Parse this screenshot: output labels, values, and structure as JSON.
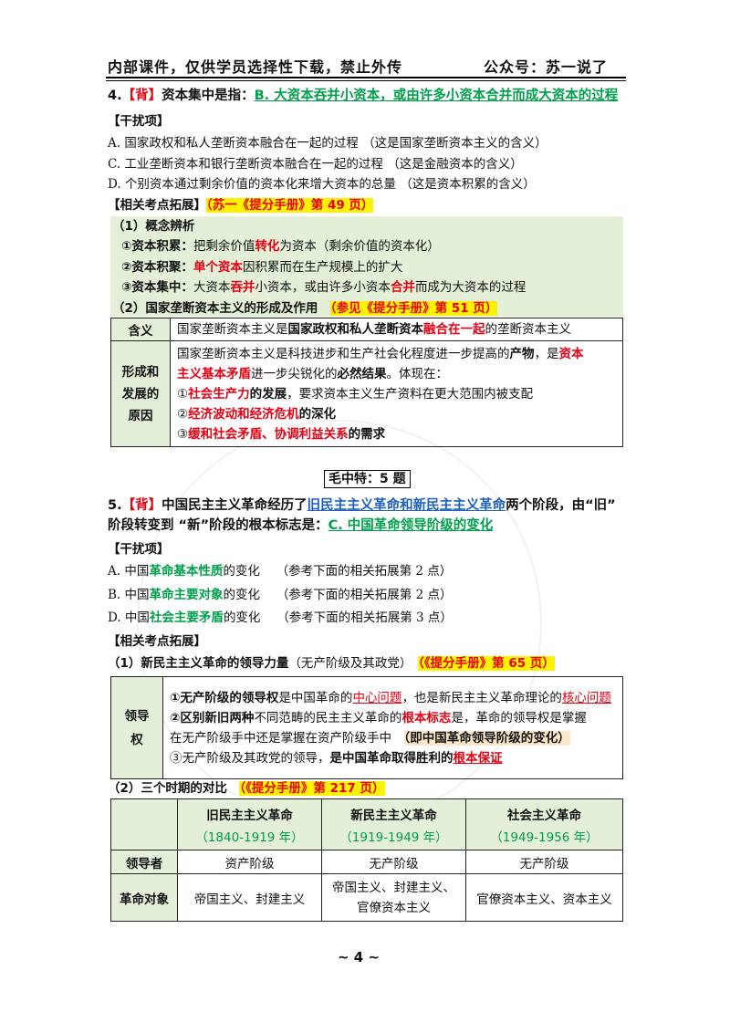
{
  "header": {
    "left": "内部课件，仅供学员选择性下载，禁止外传",
    "right": "公众号：苏一说了"
  },
  "q4": {
    "number": "4.",
    "tag": "【背】",
    "stem": "资本集中是指：",
    "answer": "B. 大资本吞并小资本，或由许多小资本合并而成大资本的过程",
    "distractor_title": "【干扰项】",
    "opt_a": "A. 国家政权和私人垄断资本融合在一起的过程 （这是国家垄断资本主义的含义）",
    "opt_c": "C. 工业垄断资本和银行垄断资本融合在一起的过程 （这是金融资本的含义）",
    "opt_d": "D. 个别资本通过剩余价值的资本化来增大资本的总量 （这是资本积累的含义）",
    "ext_title": "【相关考点拓展】",
    "ext_ref": "（苏一《提分手册》第 49 页）",
    "concept_title": "（1）概念辨析",
    "c1_a": "①资本积累：",
    "c1_b": "把剩余价值",
    "c1_c": "转化",
    "c1_d": "为资本（剩余价值的资本化）",
    "c2_a": "②资本积聚：",
    "c2_b": "单个资本",
    "c2_c": "因积累而在生产规模上的扩大",
    "c3_a": "③资本集中：",
    "c3_b": "大资本",
    "c3_c": "吞并",
    "c3_d": "小资本，或由许多小资本",
    "c3_e": "合并",
    "c3_f": "而成为大资本的过程",
    "state_title": "（2）国家垄断资本主义的形成及作用",
    "state_ref": "（参见《提分手册》第 51 页）",
    "table": {
      "row1_label": "含义",
      "row1_a": "国家垄断资本主义是",
      "row1_b": "国家政权和私人垄断资本",
      "row1_c": "融合在一起",
      "row1_d": "的垄断资本主义",
      "row2_label_1": "形成和",
      "row2_label_2": "发展的",
      "row2_label_3": "原因",
      "l1_a": "国家垄断资本主义是科技进步和生产社会化程度进一步提高的",
      "l1_b": "产物",
      "l1_c": "，是",
      "l1_d": "资本",
      "l2_a": "主义基本矛盾",
      "l2_b": "进一步尖锐化的",
      "l2_c": "必然结果",
      "l2_d": "。体现在：",
      "l3_a": "①",
      "l3_b": "社会生产力",
      "l3_c": "的发展",
      "l3_d": "，要求资本主义生产资料在更大范围内被支配",
      "l4_a": "②",
      "l4_b": "经济波动和经济危机",
      "l4_c": "的深化",
      "l5_a": "③",
      "l5_b": "缓和社会矛盾、协调利益关系",
      "l5_c": "的需求"
    }
  },
  "section": "毛中特：5 题",
  "q5": {
    "number": "5.",
    "tag": "【背】",
    "stem_a": "中国民主主义革命经历了",
    "stem_b": "旧民主主义革命和新民主主义革命",
    "stem_c": "两个阶段，由“旧”",
    "stem_d": "阶段转变到 “新”阶段的根本标志是：",
    "answer": "C. 中国革命领导阶级的变化",
    "distractor_title": "【干扰项】",
    "opt_a_1": "A. 中国",
    "opt_a_2": "革命基本性质",
    "opt_a_3": "的变化",
    "opt_a_4": "（参考下面的相关拓展第 2 点）",
    "opt_b_1": "B. 中国",
    "opt_b_2": "革命主要对象",
    "opt_b_3": "的变化",
    "opt_b_4": "（参考下面的相关拓展第 2 点）",
    "opt_d_1": "D. 中国",
    "opt_d_2": "社会主要矛盾",
    "opt_d_3": "的变化",
    "opt_d_4": "（参考下面的相关拓展第 3 点）",
    "ext_title": "【相关考点拓展】",
    "lead_title_a": "（1）新民主主义革命的领导力量",
    "lead_title_b": "（无产阶级及其政党）",
    "lead_ref": "（《提分手册》第 65 页）",
    "lead_label_1": "领导",
    "lead_label_2": "权",
    "lead_l1_a": "①无产阶级的领导权",
    "lead_l1_b": "是中国革命的",
    "lead_l1_c": "中心问题",
    "lead_l1_d": "，也是新民主主义革命理论的",
    "lead_l1_e": "核心问题",
    "lead_l2_a": "②区别新旧两种",
    "lead_l2_b": "不同范畴的民主主义革命的",
    "lead_l2_c": "根本标志",
    "lead_l2_d": "是，革命的领导权是掌握",
    "lead_l3_a": "在无产阶级手中还是掌握在资产阶级手中",
    "lead_l3_b": "（即中国革命领导阶级的变化）",
    "lead_l4_a": "③无产阶级及其政党的领导，",
    "lead_l4_b": "是中国革命取得胜利的",
    "lead_l4_c": "根本保证",
    "compare_title": "（2）三个时期的对比",
    "compare_ref": "（《提分手册》第 217 页）",
    "compare": {
      "col1_name": "旧民主主义革命",
      "col1_years": "（1840-1919 年）",
      "col2_name": "新民主主义革命",
      "col2_years": "（1919-1949 年）",
      "col3_name": "社会主义革命",
      "col3_years": "（1949-1956 年）",
      "row1_label": "领导者",
      "row1_c1": "资产阶级",
      "row1_c2": "无产阶级",
      "row1_c3": "无产阶级",
      "row2_label": "革命对象",
      "row2_c1": "帝国主义、封建主义",
      "row2_c2_a": "帝国主义、封建主义、",
      "row2_c2_b": "官僚资本主义",
      "row2_c3": "官僚资本主义、资本主义"
    }
  },
  "page_number": "~ 4 ~"
}
